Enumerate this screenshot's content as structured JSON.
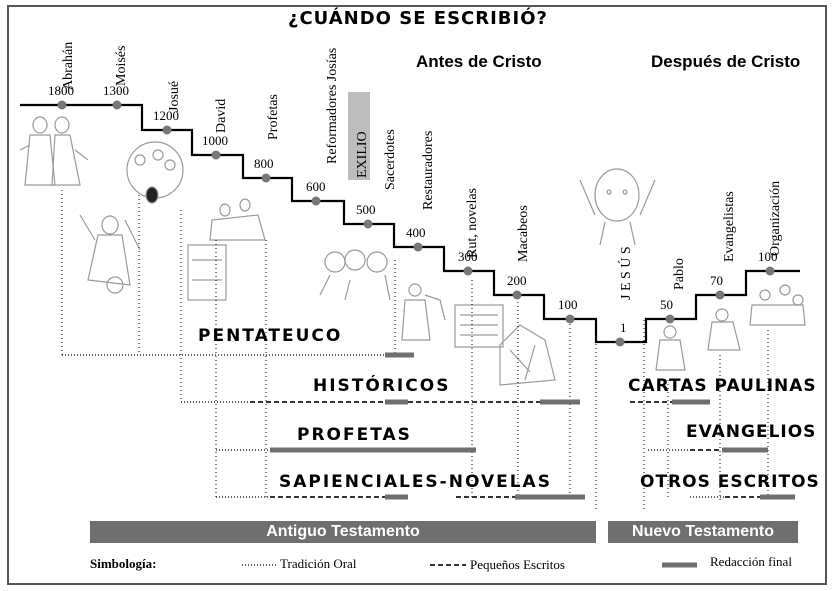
{
  "title": "¿CUÁNDO SE ESCRIBIÓ?",
  "eras": {
    "before": "Antes de Cristo",
    "after": "Después de Cristo"
  },
  "timeline": {
    "years": [
      "1800",
      "1300",
      "1200",
      "1000",
      "800",
      "600",
      "500",
      "400",
      "300",
      "200",
      "100",
      "1",
      "50",
      "70",
      "100"
    ],
    "labels": [
      "Abrahán",
      "Moisés",
      "Josué",
      "David",
      "Profetas",
      "Reformadores Josías",
      "EXILIO",
      "Sacerdotes",
      "Restauradores",
      "Rut, novelas",
      "Macabeos",
      "J E S Ú S",
      "Pablo",
      "Evangelistas",
      "Organización"
    ]
  },
  "categories": {
    "pentateuco": "PENTATEUCO",
    "historicos": "HISTÓRICOS",
    "profetas": "PROFETAS",
    "sapienciales": "SAPIENCIALES-NOVELAS",
    "cartas": "CARTAS PAULINAS",
    "evangelios": "EVANGELIOS",
    "otros": "OTROS ESCRITOS"
  },
  "testaments": {
    "old": "Antiguo Testamento",
    "new": "Nuevo Testamento"
  },
  "legend": {
    "title": "Simbología:",
    "oral": "Tradición Oral",
    "small": "Pequeños Escritos",
    "final": "Redacción final"
  },
  "colors": {
    "bar": "#6f6f6f",
    "line": "#000000",
    "dot": "#777777"
  }
}
